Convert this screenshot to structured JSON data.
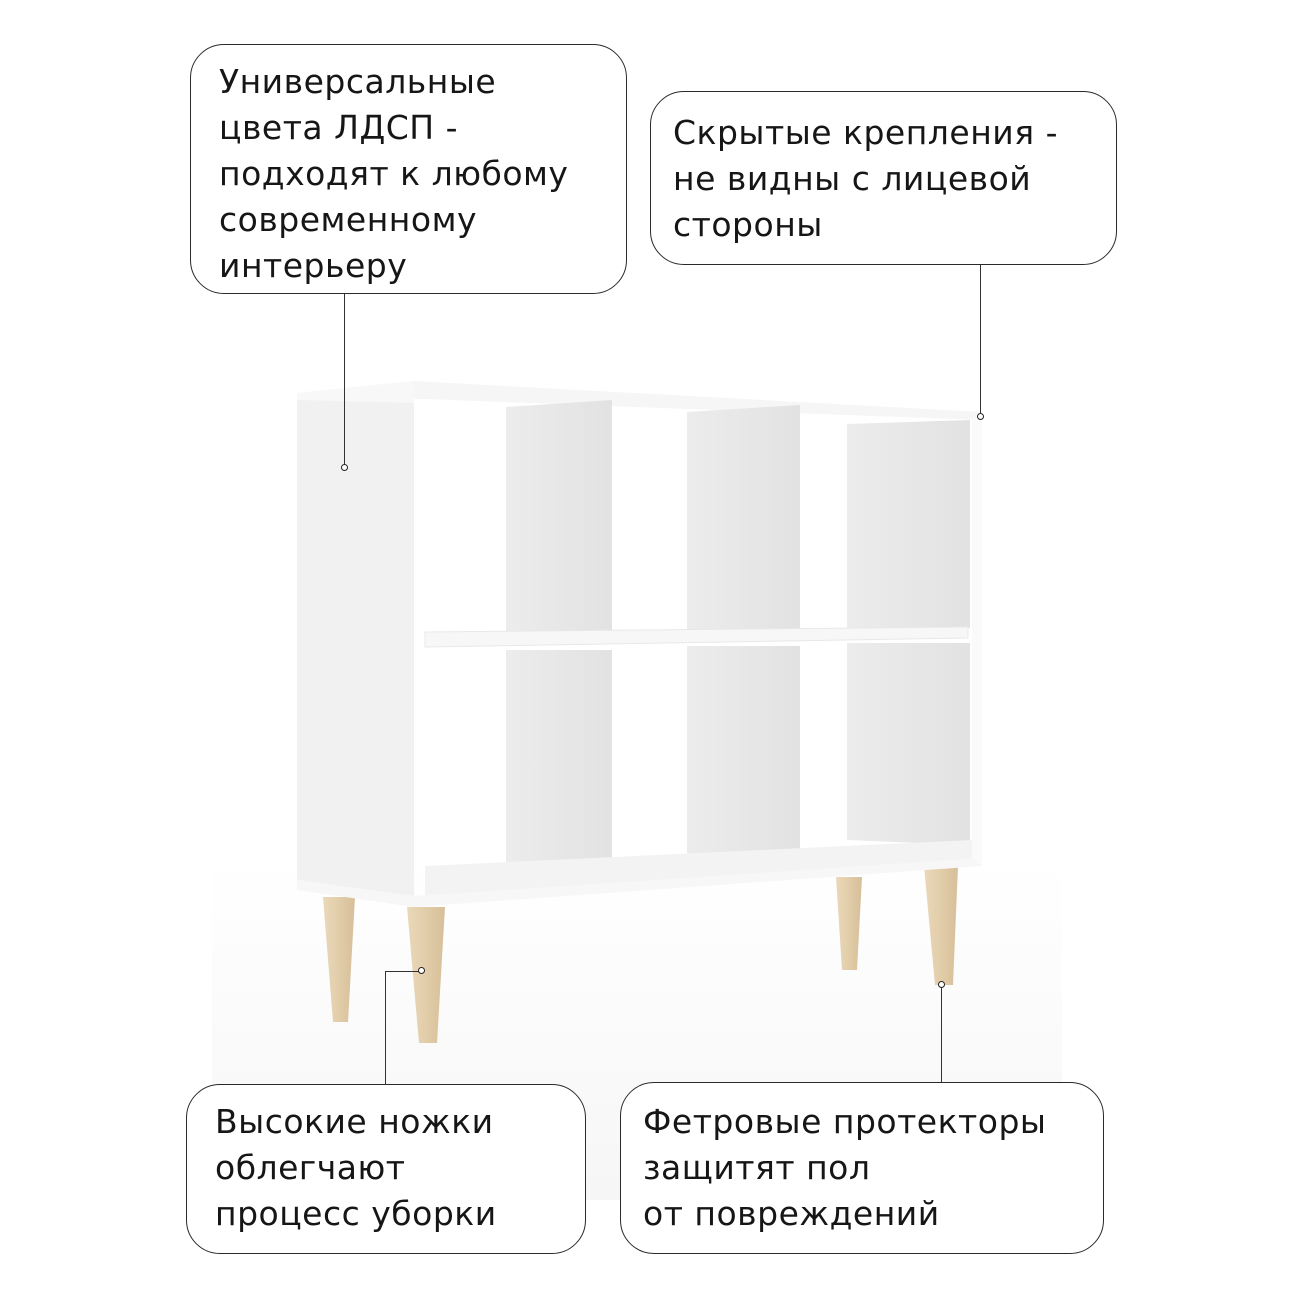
{
  "product": {
    "description": "White open shelving unit with 6 cubby compartments on tapered wooden legs",
    "colors": {
      "body": "#f4f4f4",
      "body_shadow": "#e6e6e6",
      "legs": "#e3cfae",
      "outline": "#2a2a2a"
    },
    "compartments": 6,
    "legs": 4
  },
  "callouts": [
    {
      "id": "colors",
      "lines": [
        "Универсальные",
        "цвета ЛДСП -",
        "подходят к любому",
        "современному",
        "интерьеру"
      ]
    },
    {
      "id": "hidden-fasteners",
      "lines": [
        "Скрытые крепления -",
        "не видны с лицевой",
        "стороны"
      ]
    },
    {
      "id": "high-legs",
      "lines": [
        "Высокие ножки",
        "облегчают",
        "процесс уборки"
      ]
    },
    {
      "id": "felt-protectors",
      "lines": [
        "Фетровые протекторы",
        "защитят пол",
        "от повреждений"
      ]
    }
  ]
}
